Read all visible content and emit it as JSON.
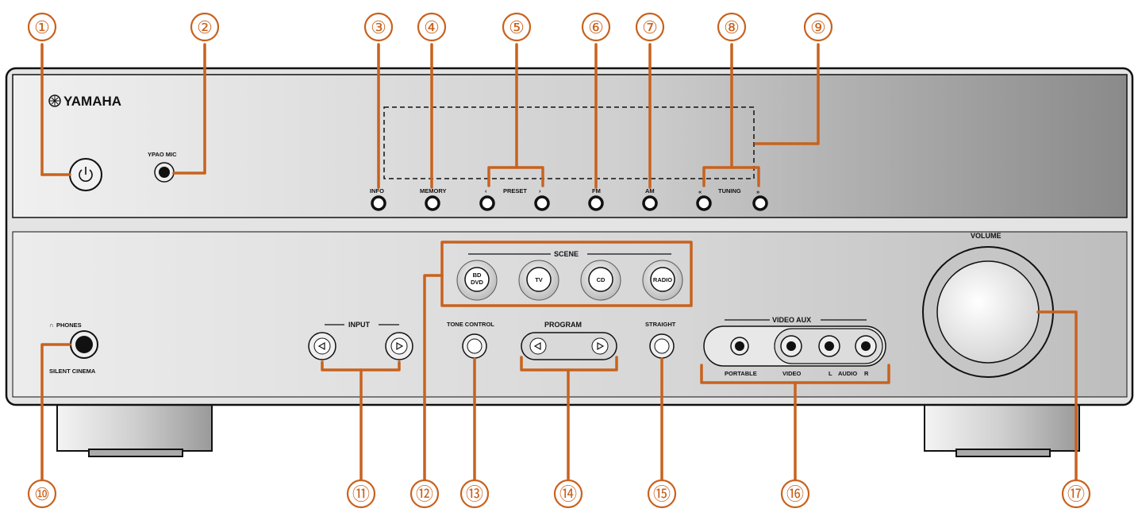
{
  "brand": "YAMAHA",
  "brand_symbol": "tuning-fork-logo",
  "front_buttons": {
    "info": "INFO",
    "memory": "MEMORY",
    "preset": "PRESET",
    "preset_prev": "‹",
    "preset_next": "›",
    "fm": "FM",
    "am": "AM",
    "tuning": "TUNING",
    "tuning_prev": "«",
    "tuning_next": "»",
    "ypao_mic": "YPAO MIC"
  },
  "lower_panel": {
    "phones": "PHONES",
    "silent_cinema": "SILENT CINEMA",
    "input": "INPUT",
    "scene": "SCENE",
    "scene_bd_line1": "BD",
    "scene_bd_line2": "DVD",
    "scene_tv": "TV",
    "scene_cd": "CD",
    "scene_radio": "RADIO",
    "tone_control": "TONE CONTROL",
    "program": "PROGRAM",
    "straight": "STRAIGHT",
    "video_aux": "VIDEO AUX",
    "portable": "PORTABLE",
    "video": "VIDEO",
    "audio_l": "L",
    "audio": "AUDIO",
    "audio_r": "R",
    "volume": "VOLUME"
  },
  "callouts": [
    "①",
    "②",
    "③",
    "④",
    "⑤",
    "⑥",
    "⑦",
    "⑧",
    "⑨",
    "⑩",
    "⑪",
    "⑫",
    "⑬",
    "⑭",
    "⑮",
    "⑯",
    "⑰"
  ],
  "colors": {
    "callout": "#c8621e",
    "panel": "#d8d8d8"
  }
}
